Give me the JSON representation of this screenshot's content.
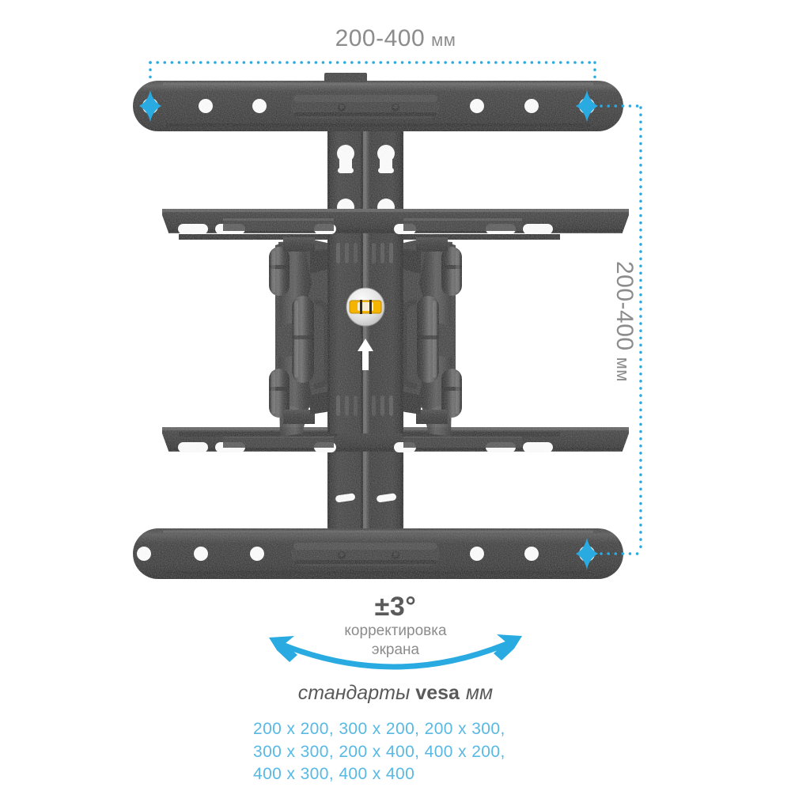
{
  "product": {
    "name": "articulating-tv-wall-mount",
    "colors": {
      "accent_cyan": "#29ABE2",
      "bracket_dark": "#2b2b2b",
      "bracket_mid": "#3a3a3a",
      "text_gray": "#8c8c8c",
      "text_dark_gray": "#5a5a5a",
      "vesa_blue": "#57b9e4",
      "level_yellow": "#f2b705",
      "level_body": "#dcdcdc"
    }
  },
  "dimensions": {
    "horizontal": {
      "value": "200-400",
      "unit": "мм"
    },
    "vertical": {
      "value": "200-400",
      "unit": "мм"
    }
  },
  "adjustment": {
    "angle": "±3°",
    "caption_line1": "корректировка",
    "caption_line2": "экрана"
  },
  "vesa": {
    "title_prefix": "стандарты",
    "title_brand": "vesa",
    "title_unit": "мм",
    "rows": [
      "200 x 200, 300 x 200, 200 x 300,",
      "300 x 300, 200 x 400, 400 x 200,",
      "400 x 300, 400 x 400"
    ]
  },
  "icons": {
    "crosshair": "crosshair-marker",
    "arc_arrow": "double-arrow-arc",
    "bubble_level": "bubble-level",
    "up_arrow": "up-arrow-orientation"
  }
}
